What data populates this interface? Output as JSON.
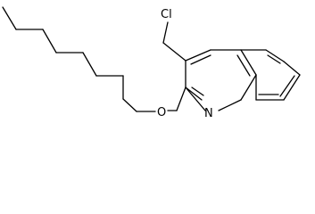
{
  "molecule": {
    "atoms": {
      "chlorine": "Cl",
      "oxygen": "O",
      "nitrogen": "N"
    }
  },
  "colors": {
    "bond": "#000000",
    "label": "#000000",
    "background": "#ffffff"
  }
}
